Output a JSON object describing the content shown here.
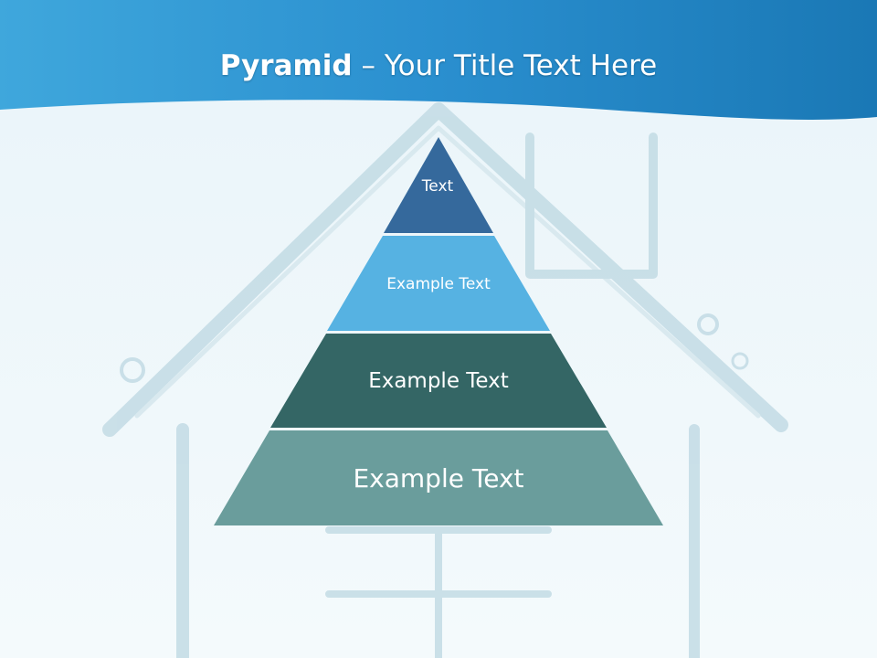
{
  "title": {
    "bold": "Pyramid",
    "rest": " – Your Title Text Here"
  },
  "colors": {
    "banner_dark": "#1a78b5",
    "banner_light": "#3fa7dc",
    "background": "#eef6fa",
    "tier1": "#35699c",
    "tier2": "#56b2e2",
    "tier3": "#346665",
    "tier4": "#6a9d9c"
  },
  "pyramid": {
    "tiers": [
      {
        "label": "Text",
        "color": "#35699c"
      },
      {
        "label": "Example Text",
        "color": "#56b2e2"
      },
      {
        "label": "Example Text",
        "color": "#346665"
      },
      {
        "label": "Example Text",
        "color": "#6a9d9c"
      }
    ]
  }
}
